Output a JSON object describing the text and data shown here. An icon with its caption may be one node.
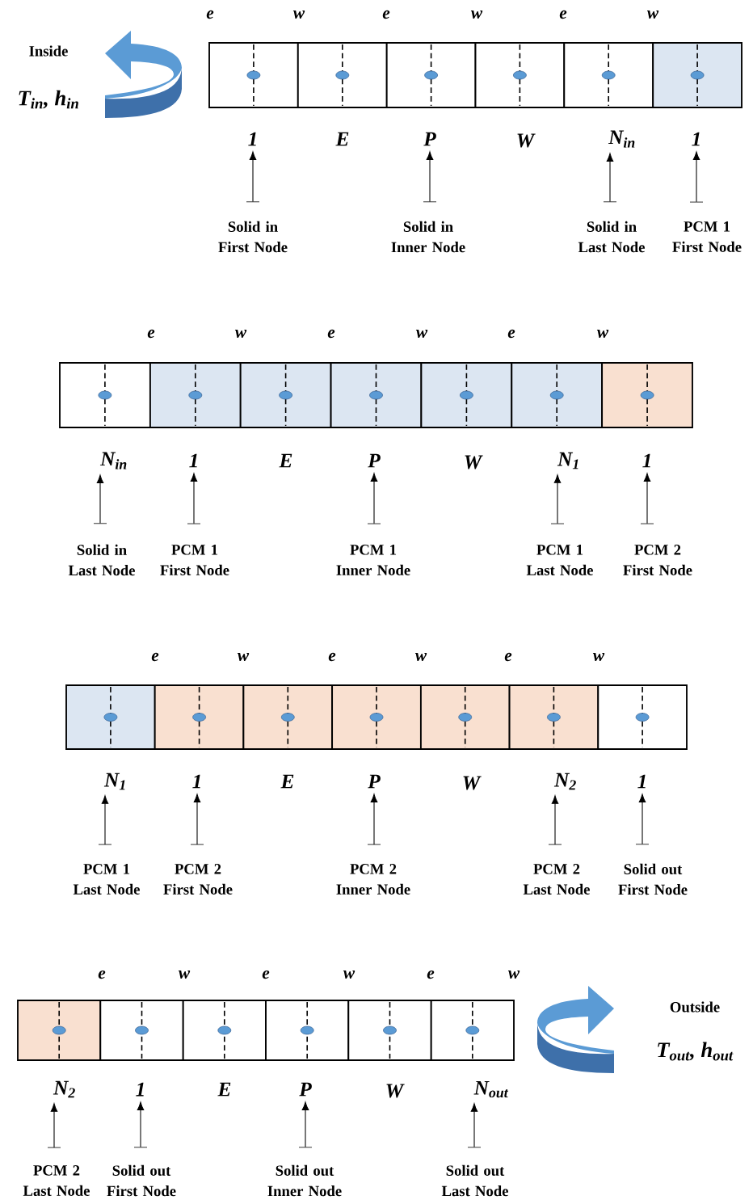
{
  "diagram": {
    "nodes": [
      {
        "text": [
          "1"
        ]
      },
      {
        "text": [
          "P"
        ]
      },
      {
        "text": [
          "N$_{in}$"
        ]
      },
      {
        "text": [
          "1"
        ]
      },
      {
        "text": [
          "Solid in First Node"
        ]
      },
      {
        "text": [
          "Solid in Inner Node"
        ]
      },
      {
        "text": [
          "Solid in Last Node"
        ]
      },
      {
        "text": [
          "PCM 1 First Node"
        ]
      },
      {
        "text": [
          "N$_{in}$"
        ]
      },
      {
        "text": [
          "1"
        ]
      },
      {
        "text": [
          "P"
        ]
      },
      {
        "text": [
          "N$_{1}$"
        ]
      },
      {
        "text": [
          "1"
        ]
      },
      {
        "text": [
          "Solid in Last Node"
        ]
      },
      {
        "text": [
          "PCM 1 First Node"
        ]
      },
      {
        "text": [
          "PCM 1 Inner Node"
        ]
      },
      {
        "text": [
          "PCM 1 Last Node"
        ]
      },
      {
        "text": [
          "PCM 2 First Node"
        ]
      },
      {
        "text": [
          "N$_{1}$"
        ]
      },
      {
        "text": [
          "1"
        ]
      },
      {
        "text": [
          "P"
        ]
      },
      {
        "text": [
          "N$_{2}$"
        ]
      },
      {
        "text": [
          "1"
        ]
      },
      {
        "text": [
          "PCM 1 Last Node"
        ]
      },
      {
        "text": [
          "PCM 2 First Node"
        ]
      },
      {
        "text": [
          "PCM 2 Inner Node"
        ]
      },
      {
        "text": [
          "PCM 2 Last Node"
        ]
      },
      {
        "text": [
          "Solid out First Node"
        ]
      },
      {
        "text": [
          "N$_{2}$"
        ]
      },
      {
        "text": [
          "1"
        ]
      },
      {
        "text": [
          "P"
        ]
      },
      {
        "text": [
          "N$_{out}$"
        ]
      },
      {
        "text": [
          "PCM 2 Last Node"
        ]
      },
      {
        "text": [
          "Solid out First Node"
        ]
      },
      {
        "text": [
          "Solid out Inner Node"
        ]
      },
      {
        "text": [
          "Solid out Last Node"
        ]
      }
    ],
    "edges": [
      {
        "from": 4,
        "to": 0,
        "arrow": "to"
      },
      {
        "from": 5,
        "to": 1,
        "arrow": "to"
      },
      {
        "from": 6,
        "to": 2,
        "arrow": "to"
      },
      {
        "from": 7,
        "to": 3,
        "arrow": "to"
      },
      {
        "from": 13,
        "to": 8,
        "arrow": "to"
      },
      {
        "from": 14,
        "to": 9,
        "arrow": "to"
      },
      {
        "from": 15,
        "to": 10,
        "arrow": "to"
      },
      {
        "from": 16,
        "to": 11,
        "arrow": "to"
      },
      {
        "from": 17,
        "to": 12,
        "arrow": "to"
      },
      {
        "from": 23,
        "to": 18,
        "arrow": "to"
      },
      {
        "from": 24,
        "to": 19,
        "arrow": "to"
      },
      {
        "from": 25,
        "to": 20,
        "arrow": "to"
      },
      {
        "from": 26,
        "to": 21,
        "arrow": "to"
      },
      {
        "from": 27,
        "to": 22,
        "arrow": "to"
      },
      {
        "from": 32,
        "to": 28,
        "arrow": "to"
      },
      {
        "from": 33,
        "to": 29,
        "arrow": "to"
      },
      {
        "from": 34,
        "to": 30,
        "arrow": "to"
      },
      {
        "from": 35,
        "to": 31,
        "arrow": "to"
      }
    ],
    "labels": [
      "e",
      "w",
      "e",
      "w",
      "e",
      "w",
      "Inside",
      "T$_{in}$, h$_{in}$",
      "E",
      "W",
      "e",
      "w",
      "e",
      "w",
      "e",
      "w",
      "E",
      "W",
      "e",
      "w",
      "e",
      "w",
      "e",
      "w",
      "E",
      "W",
      "e",
      "w",
      "e",
      "w",
      "e",
      "w",
      "Outside",
      "T$_{out}$, h$_{out}$",
      "E",
      "W"
    ]
  }
}
